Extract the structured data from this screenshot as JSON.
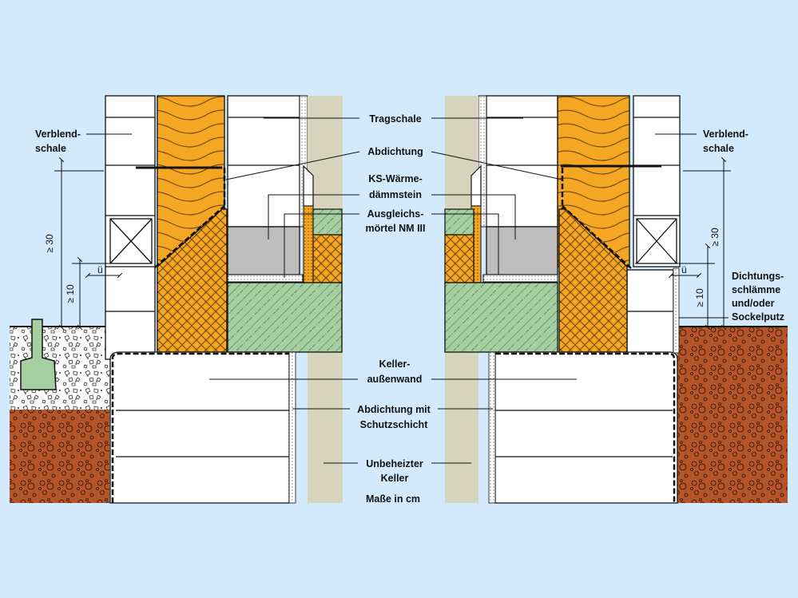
{
  "colors": {
    "background": "#d3eafc",
    "insulation": "#f5a623",
    "mortar_hatch": "#f5a623",
    "ks_stone": "#a5cfa0",
    "screed_grey": "#bdbdbd",
    "wall_white": "#ffffff",
    "wall_beige": "#d6d4bd",
    "soil_brown": "#b4552a",
    "gravel_white": "#ffffff"
  },
  "labels": {
    "tragschale": "Tragschale",
    "abdichtung": "Abdichtung",
    "ks_l1": "KS-Wärme-",
    "ks_l2": "dämmstein",
    "ausgl_l1": "Ausgleichs-",
    "ausgl_l2": "mörtel NM III",
    "keller_l1": "Keller-",
    "keller_l2": "außenwand",
    "abd_schutz_l1": "Abdichtung mit",
    "abd_schutz_l2": "Schutzschicht",
    "unbeheizt_l1": "Unbeheizter",
    "unbeheizt_l2": "Keller",
    "masse": "Maße in cm",
    "verblend_l1": "Verblend-",
    "verblend_l2": "schale",
    "dicht_l1": "Dichtungs-",
    "dicht_l2": "schlämme",
    "dicht_l3": "und/oder",
    "dicht_l4": "Sockelputz"
  },
  "dimensions": {
    "min30": "≥ 30",
    "min10": "≥ 10",
    "ue": "ü"
  }
}
